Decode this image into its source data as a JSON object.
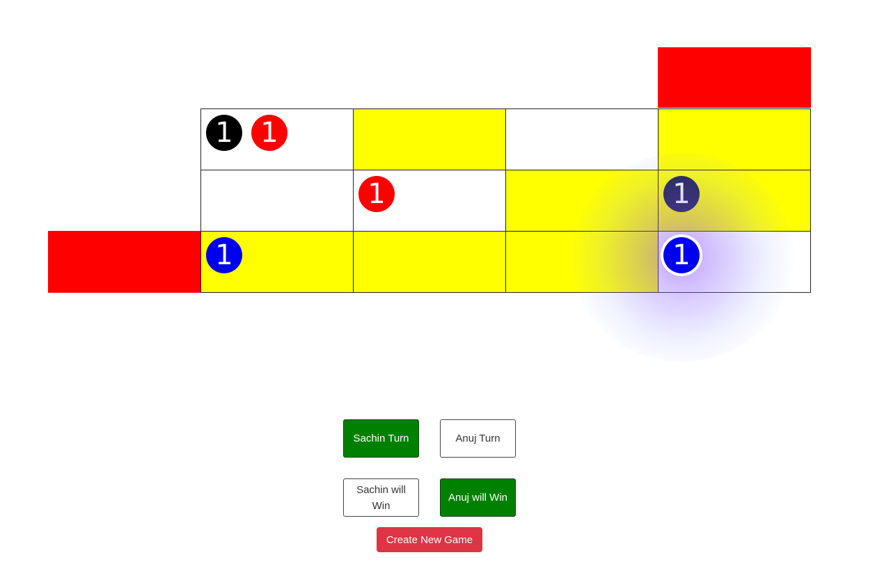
{
  "board": {
    "rows": [
      [
        "",
        "",
        "",
        "",
        "red"
      ],
      [
        "",
        "white",
        "yellow",
        "white",
        "yellow"
      ],
      [
        "",
        "white",
        "white",
        "yellow",
        "yellow"
      ],
      [
        "red",
        "yellow",
        "yellow",
        "yellow",
        "white"
      ]
    ],
    "tokens": [
      {
        "row": 1,
        "col": 1,
        "slot": 0,
        "color": "black",
        "label": "1"
      },
      {
        "row": 1,
        "col": 1,
        "slot": 1,
        "color": "red",
        "label": "1"
      },
      {
        "row": 2,
        "col": 2,
        "slot": 0,
        "color": "red",
        "label": "1"
      },
      {
        "row": 2,
        "col": 4,
        "slot": 0,
        "color": "navy",
        "label": "1"
      },
      {
        "row": 3,
        "col": 1,
        "slot": 0,
        "color": "blue",
        "label": "1"
      },
      {
        "row": 3,
        "col": 4,
        "slot": 0,
        "color": "blue",
        "label": "1",
        "active": true
      }
    ]
  },
  "controls": {
    "sachin_turn": "Sachin Turn",
    "anuj_turn": "Anuj Turn",
    "sachin_win": "Sachin will Win",
    "anuj_win": "Anuj will Win",
    "new_game": "Create New Game"
  },
  "colors": {
    "yellow": "#ffff00",
    "red": "#ff0000",
    "green": "#008000",
    "danger": "#dc3545",
    "blue": "#0000ee"
  }
}
